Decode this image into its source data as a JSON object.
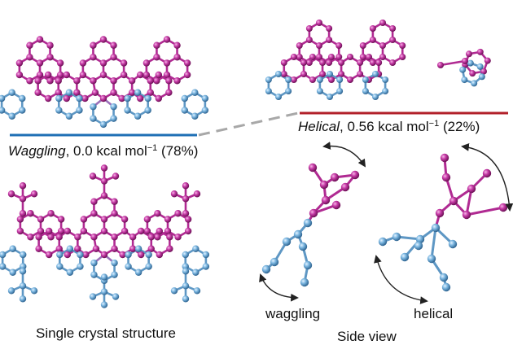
{
  "labels": {
    "waggling_name": "Waggling",
    "waggling_energy": "0.0 kcal mol",
    "waggling_exp": "−1",
    "waggling_pct": "(78%)",
    "helical_name": "Helical",
    "helical_energy": "0.56 kcal mol",
    "helical_exp": "−1",
    "helical_pct": "(22%)",
    "crystal": "Single crystal structure",
    "side_view": "Side view",
    "waggling_side": "waggling",
    "helical_side": "helical"
  },
  "colors": {
    "magenta": "#c0309f",
    "blue": "#6aa9d6",
    "bond_m": "#b02a92",
    "bond_b": "#5e97c4",
    "waggling_line": "#1e6fb5",
    "helical_line": "#b2202a",
    "dash": "#a8a8a8"
  }
}
